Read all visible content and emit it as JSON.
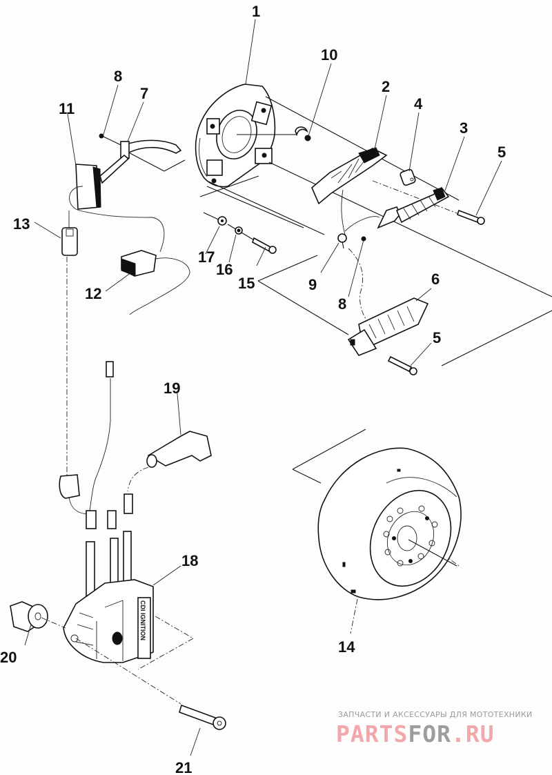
{
  "diagram": {
    "title": "CDI ignition / magneto exploded parts diagram",
    "cdi_label": "CDI IGNITION",
    "callouts": [
      {
        "id": "c1",
        "label": "1"
      },
      {
        "id": "c2",
        "label": "2"
      },
      {
        "id": "c3",
        "label": "3"
      },
      {
        "id": "c4",
        "label": "4"
      },
      {
        "id": "c5a",
        "label": "5"
      },
      {
        "id": "c5b",
        "label": "5"
      },
      {
        "id": "c6",
        "label": "6"
      },
      {
        "id": "c7",
        "label": "7"
      },
      {
        "id": "c8a",
        "label": "8"
      },
      {
        "id": "c8b",
        "label": "8"
      },
      {
        "id": "c9",
        "label": "9"
      },
      {
        "id": "c10",
        "label": "10"
      },
      {
        "id": "c11",
        "label": "11"
      },
      {
        "id": "c12",
        "label": "12"
      },
      {
        "id": "c13",
        "label": "13"
      },
      {
        "id": "c14",
        "label": "14"
      },
      {
        "id": "c15",
        "label": "15"
      },
      {
        "id": "c16",
        "label": "16"
      },
      {
        "id": "c17",
        "label": "17"
      },
      {
        "id": "c18",
        "label": "18"
      },
      {
        "id": "c19",
        "label": "19"
      },
      {
        "id": "c20",
        "label": "20"
      },
      {
        "id": "c21",
        "label": "21"
      }
    ]
  },
  "watermark": {
    "tagline": "ЗАПЧАСТИ И АКСЕССУАРЫ ДЛЯ МОТОТЕХНИКИ",
    "logo_part1": "PARTS",
    "logo_part2": "FOR",
    "logo_part3": ".RU",
    "color_pink": "#f2a7ab",
    "color_gray": "#9d9d9d"
  }
}
